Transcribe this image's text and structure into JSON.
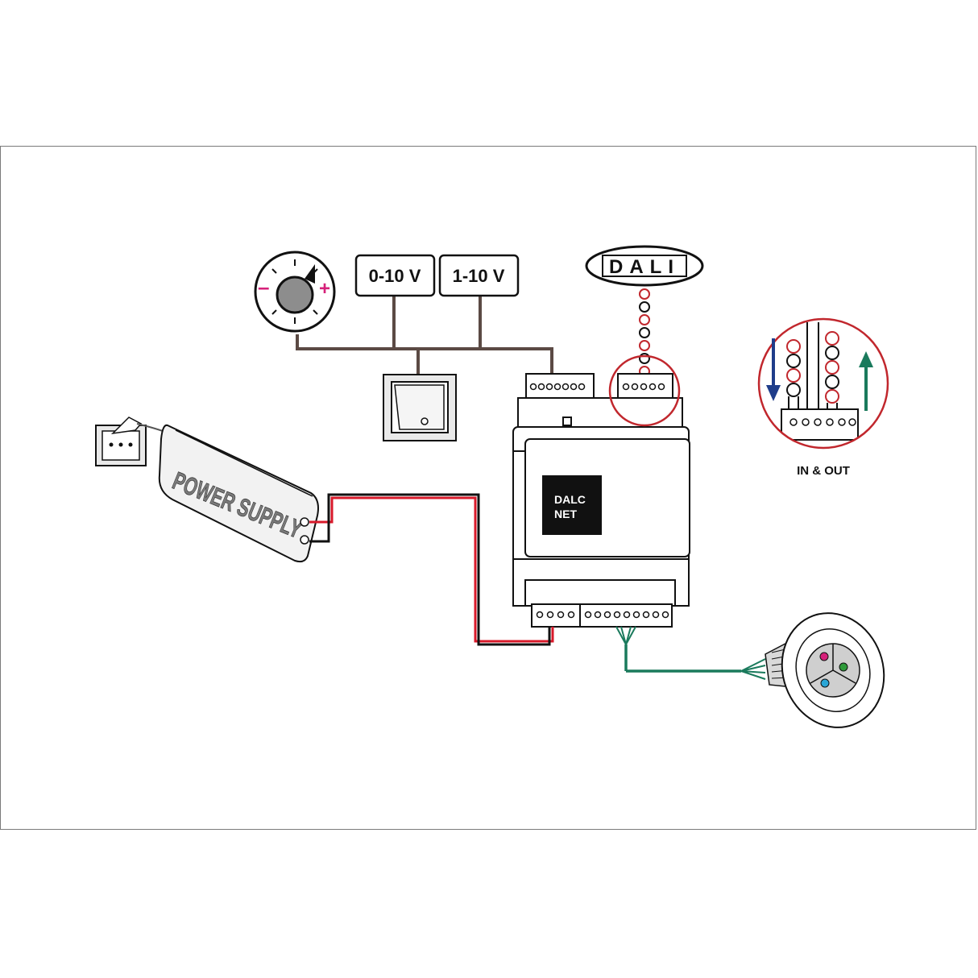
{
  "labels": {
    "voltage_a": "0-10 V",
    "voltage_b": "1-10 V",
    "bus": "DALI",
    "device": [
      "DALC",
      "NET"
    ],
    "power_supply": "POWER SUPPLY",
    "io_caption": "IN & OUT",
    "minus": "–",
    "plus": "+"
  },
  "colors": {
    "wire_control": "#5b4a44",
    "wire_power_pos": "#d8192a",
    "wire_power_neg": "#111111",
    "wire_output": "#1a7a5c",
    "magnifier_ring": "#c1272d",
    "arrow_in": "#1f3d8a",
    "arrow_out": "#1a7a5c",
    "knob_minus": "#d6217a",
    "knob_plus": "#d6217a",
    "led_red": "#d6217a",
    "led_green": "#2e9a3a",
    "led_blue": "#2aa6d6"
  }
}
